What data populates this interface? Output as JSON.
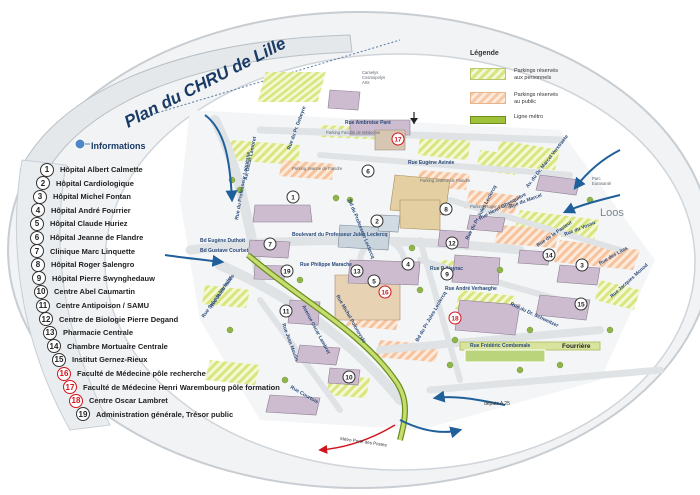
{
  "map": {
    "title": "Plan du CHRU de Lille",
    "informations_title": "Informations",
    "city_label": "Loos",
    "colors": {
      "outline": "#3c4f6b",
      "road": "#e9ecee",
      "accent_blue": "#1f5f9a",
      "red": "#d2141c",
      "metro_line": "#9fc23a"
    }
  },
  "legend": {
    "title": "Légende",
    "items": [
      {
        "label": "Parkings réservés\naux personnels",
        "swatch": "staff"
      },
      {
        "label": "Parkings réservés\nau public",
        "swatch": "public"
      },
      {
        "label": "Ligne métro",
        "swatch": "metro"
      }
    ]
  },
  "informations": [
    {
      "num": "1",
      "label": "Hôpital Albert Calmette",
      "red": false
    },
    {
      "num": "2",
      "label": "Hôpital Cardiologique",
      "red": false
    },
    {
      "num": "3",
      "label": "Hôpital Michel Fontan",
      "red": false
    },
    {
      "num": "4",
      "label": "Hôpital André Fourrier",
      "red": false
    },
    {
      "num": "5",
      "label": "Hôpital Claude Huriez",
      "red": false
    },
    {
      "num": "6",
      "label": "Hôpital Jeanne de Flandre",
      "red": false
    },
    {
      "num": "7",
      "label": "Clinique Marc Linquette",
      "red": false
    },
    {
      "num": "8",
      "label": "Hôpital Roger Salengro",
      "red": false
    },
    {
      "num": "9",
      "label": "Hôpital Pierre Swynghedauw",
      "red": false
    },
    {
      "num": "10",
      "label": "Centre Abel Caumartin",
      "red": false
    },
    {
      "num": "11",
      "label": "Centre Antipoison / SAMU",
      "red": false
    },
    {
      "num": "12",
      "label": "Centre de Biologie Pierre Degand",
      "red": false
    },
    {
      "num": "13",
      "label": "Pharmacie Centrale",
      "red": false
    },
    {
      "num": "14",
      "label": "Chambre Mortuaire Centrale",
      "red": false
    },
    {
      "num": "15",
      "label": "Institut Gernez-Rieux",
      "red": false
    },
    {
      "num": "16",
      "label": "Faculté de Médecine pôle recherche",
      "red": true
    },
    {
      "num": "17",
      "label": "Faculté de Médecine Henri Warembourg pôle formation",
      "red": true
    },
    {
      "num": "18",
      "label": "Centre Oscar Lambret",
      "red": true
    },
    {
      "num": "19",
      "label": "Administration générale, Trésor public",
      "red": false
    }
  ],
  "markers": [
    {
      "num": "1",
      "red": false
    },
    {
      "num": "2",
      "red": false
    },
    {
      "num": "3",
      "red": false
    },
    {
      "num": "4",
      "red": false
    },
    {
      "num": "5",
      "red": false
    },
    {
      "num": "6",
      "red": false
    },
    {
      "num": "7",
      "red": false
    },
    {
      "num": "8",
      "red": false
    },
    {
      "num": "9",
      "red": false
    },
    {
      "num": "10",
      "red": false
    },
    {
      "num": "11",
      "red": false
    },
    {
      "num": "12",
      "red": false
    },
    {
      "num": "13",
      "red": false
    },
    {
      "num": "14",
      "red": false
    },
    {
      "num": "15",
      "red": false
    },
    {
      "num": "16",
      "red": true
    },
    {
      "num": "17",
      "red": true
    },
    {
      "num": "18",
      "red": true
    },
    {
      "num": "19",
      "red": false
    }
  ],
  "streets": [
    "Rue Ambroise Paré",
    "Rue du Pr. Debeyre",
    "Av. Oscar Lambret",
    "Rue du Professeur Laguesse",
    "Rue Eugène Avinée",
    "Bd du Professeur Leclercq",
    "Bd Eugène Duthoit",
    "Boulevard du Professeur Jules Leclercq",
    "Rue Philippe Marache",
    "Rue P. Nayrac",
    "Rue André Verhaeghe",
    "Rue Michel Polonovski",
    "Avenue Oscar Lambret",
    "Rue Jean Moulin",
    "Rue Sylvain Verhulst",
    "Rue du Pr. Jules Leclercq",
    "Bd du Pr Jules Leclercq",
    "Rue Frédéric Combemale",
    "Rue du Dr. Schweitzer",
    "Rue Jacques Monod",
    "Rue de la Pasteur",
    "Rue Courtois",
    "Rue Henri Ghesquière",
    "Rue du Marcel",
    "Rue du Vossu",
    "Rue des Lilas",
    "Av. du Dr. Marcel Verstraete",
    "Bd Gustave Courbet",
    "Rue Jules Vallès"
  ],
  "places": {
    "camelys": "Camelys\nCosmopolys\nArts",
    "parking_faculte": "Parking Faculté de Médecine",
    "parking_jeanne": "Parking Jeanne de Flandre",
    "parking_jeanne2": "Parking Jeanne de Flandre",
    "parking_roger": "Parking Roger Salengro",
    "parc_eurasante": "Parc\nEurasanté",
    "fourriere": "Fourrière",
    "depuis_a25": "depuis A 25",
    "metro_porte": "Métro Porte des Postes"
  }
}
